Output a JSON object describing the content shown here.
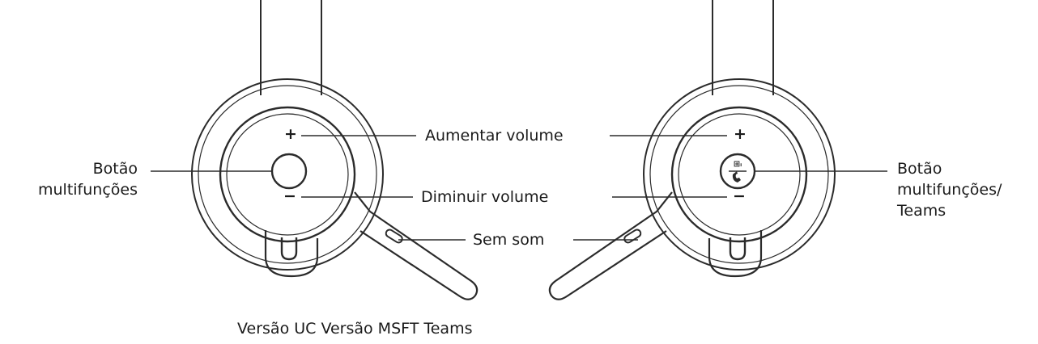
{
  "labels": {
    "volume_up": "Aumentar volume",
    "volume_down": "Diminuir volume",
    "mute": "Sem som",
    "multifunction_left_line1": "Botão",
    "multifunction_left_line2": "multifunções",
    "multifunction_right_line1": "Botão",
    "multifunction_right_line2": "multifunções/",
    "multifunction_right_line3": "Teams",
    "plus_symbol": "+",
    "minus_symbol": "−"
  },
  "caption": "Versão UC Versão MSFT Teams",
  "icons": {
    "left_button": "plain-circle-button",
    "right_button": "teams-call-icon"
  },
  "colors": {
    "line": "#2b2b2b",
    "text": "#1a1a1a",
    "background": "#ffffff"
  }
}
